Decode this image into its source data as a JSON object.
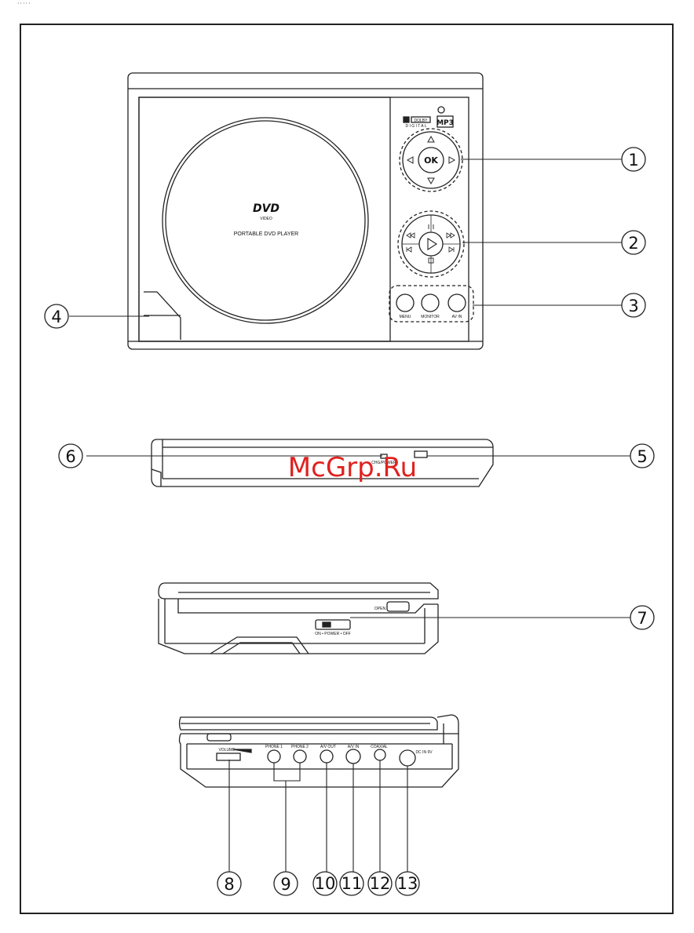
{
  "header_marks": "·····",
  "front_panel": {
    "dvd_logo": "DVD",
    "dvd_sub": "VIDEO",
    "product_name": "PORTABLE DVD PLAYER",
    "ok_label": "OK",
    "button_labels": [
      "MENU",
      "MONITOR",
      "AV IN"
    ],
    "dolby": "DOLBY",
    "digital": "D I G I T A L",
    "mp3": "MP3"
  },
  "front_edge": {
    "led_label": "CHG/POWER"
  },
  "side_right": {
    "open_label": "OPEN",
    "power_label": "ON • POWER • OFF"
  },
  "side_left": {
    "port_labels": [
      "VOLUME",
      "PHONE 1",
      "PHONE 2",
      "A/V OUT",
      "A/V IN",
      "COAXIAL",
      "DC IN 9V"
    ]
  },
  "callouts": [
    "1",
    "2",
    "3",
    "4",
    "5",
    "6",
    "7",
    "8",
    "9",
    "10",
    "11",
    "12",
    "13"
  ],
  "watermark": "McGrp.Ru"
}
